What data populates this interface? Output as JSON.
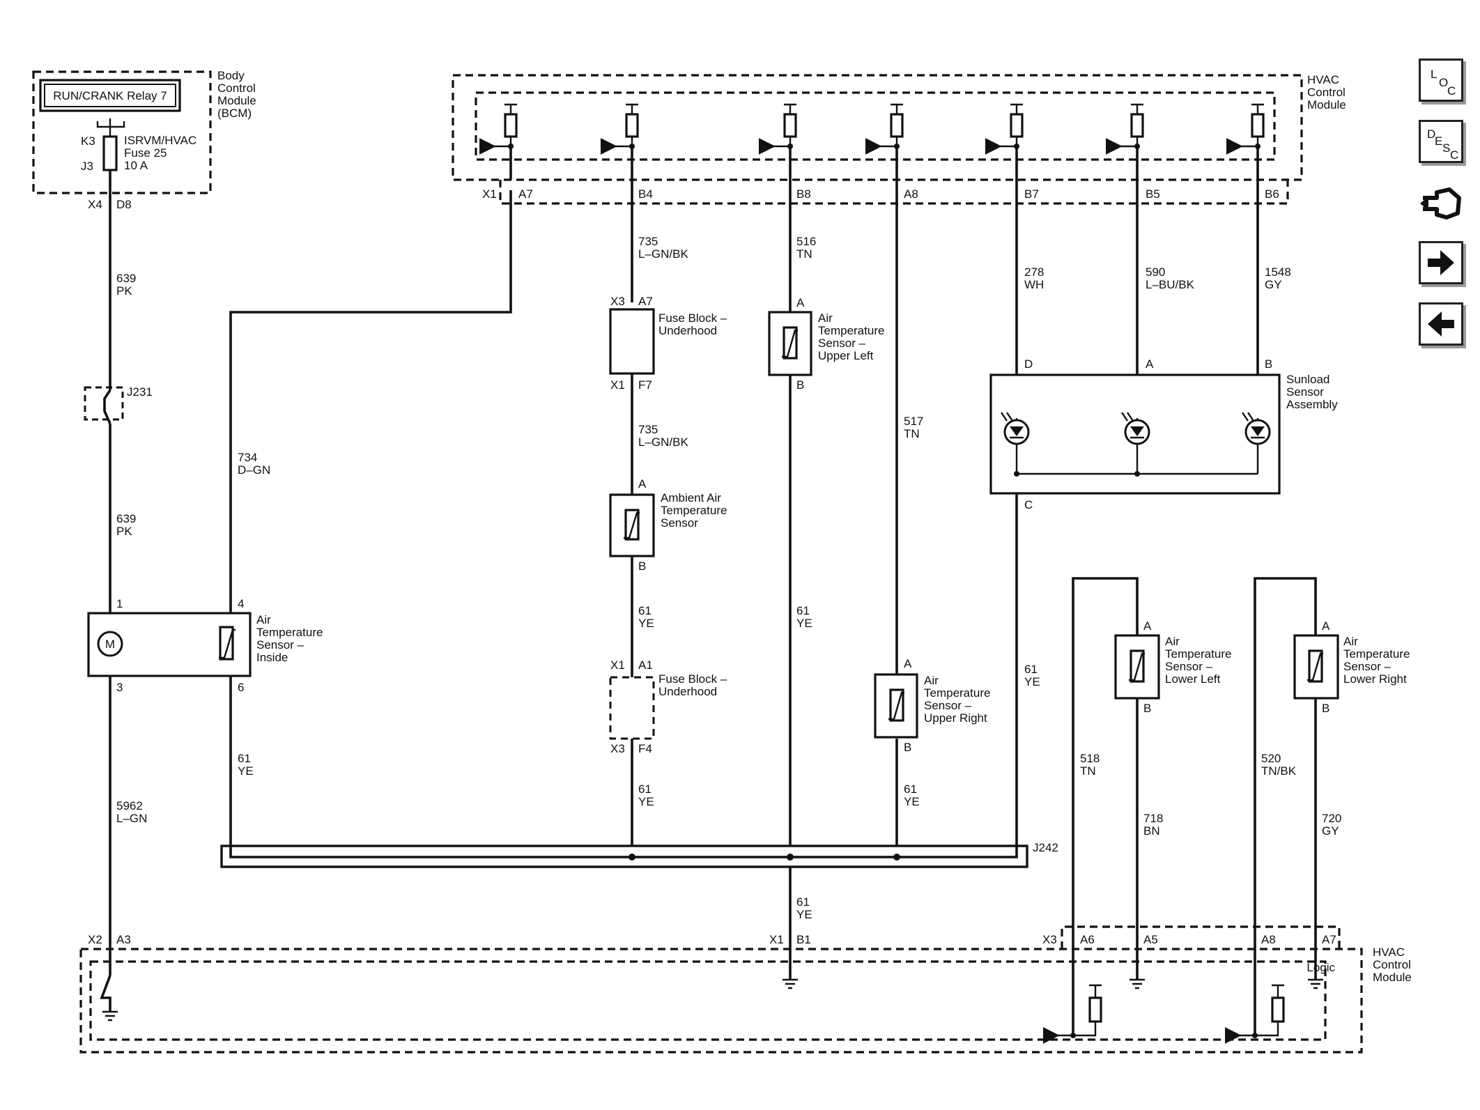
{
  "modules": {
    "bcm_name": [
      "Body",
      "Control",
      "Module",
      "(BCM)"
    ],
    "hvac_name": [
      "HVAC",
      "Control",
      "Module"
    ],
    "logic": "Logic",
    "relay": "RUN/CRANK Relay 7",
    "fuse": [
      "ISRVM/HVAC",
      "Fuse 25",
      "10 A"
    ]
  },
  "connectors": {
    "k3": "K3",
    "j3": "J3",
    "x4": "X4",
    "d8": "D8",
    "x2": "X2",
    "a3": "A3",
    "x1": "X1",
    "x3": "X3",
    "x1_bottom": "X1",
    "b1": "B1",
    "top_pins": [
      "A7",
      "B4",
      "B8",
      "A8",
      "B7",
      "B5",
      "B6"
    ],
    "bottom_pins": [
      "A6",
      "A5",
      "A8",
      "A7"
    ]
  },
  "splices": {
    "j231": "J231",
    "j242": "J242"
  },
  "wires": {
    "w639_top": [
      "639",
      "PK"
    ],
    "w639_mid": [
      "639",
      "PK"
    ],
    "w5962": [
      "5962",
      "L–GN"
    ],
    "w734": [
      "734",
      "D–GN"
    ],
    "w735_top": [
      "735",
      "L–GN/BK"
    ],
    "w735_mid": [
      "735",
      "L–GN/BK"
    ],
    "w61_ambient": [
      "61",
      "YE"
    ],
    "w61_fuse": [
      "61",
      "YE"
    ],
    "w61_inside": [
      "61",
      "YE"
    ],
    "w516": [
      "516",
      "TN"
    ],
    "w61_upper_left": [
      "61",
      "YE"
    ],
    "w61_ground": [
      "61",
      "YE"
    ],
    "w517": [
      "517",
      "TN"
    ],
    "w61_upper_right": [
      "61",
      "YE"
    ],
    "w278": [
      "278",
      "WH"
    ],
    "w590": [
      "590",
      "L–BU/BK"
    ],
    "w1548": [
      "1548",
      "GY"
    ],
    "w61_sunload": [
      "61",
      "YE"
    ],
    "w518": [
      "518",
      "TN"
    ],
    "w718": [
      "718",
      "BN"
    ],
    "w520": [
      "520",
      "TN/BK"
    ],
    "w720": [
      "720",
      "GY"
    ]
  },
  "components": {
    "fuse_block_top": {
      "name": [
        "Fuse Block –",
        "Underhood"
      ],
      "pin_top": [
        "X3",
        "A7"
      ],
      "pin_bottom": [
        "X1",
        "F7"
      ]
    },
    "fuse_block_bottom": {
      "name": [
        "Fuse Block –",
        "Underhood"
      ],
      "pin_top": [
        "X1",
        "A1"
      ],
      "pin_bottom": [
        "X3",
        "F4"
      ]
    },
    "ambient": {
      "name": [
        "Ambient Air",
        "Temperature",
        "Sensor"
      ],
      "pin_a": "A",
      "pin_b": "B"
    },
    "upper_left": {
      "name": [
        "Air",
        "Temperature",
        "Sensor –",
        "Upper Left"
      ],
      "pin_a": "A",
      "pin_b": "B"
    },
    "upper_right": {
      "name": [
        "Air",
        "Temperature",
        "Sensor –",
        "Upper Right"
      ],
      "pin_a": "A",
      "pin_b": "B"
    },
    "inside": {
      "name": [
        "Air",
        "Temperature",
        "Sensor –",
        "Inside"
      ],
      "pins": [
        "1",
        "4",
        "3",
        "6"
      ],
      "motor": "M"
    },
    "sunload": {
      "name": [
        "Sunload",
        "Sensor",
        "Assembly"
      ],
      "pins": [
        "D",
        "A",
        "B",
        "C"
      ]
    },
    "lower_left": {
      "name": [
        "Air",
        "Temperature",
        "Sensor –",
        "Lower Left"
      ],
      "pin_a": "A",
      "pin_b": "B"
    },
    "lower_right": {
      "name": [
        "Air",
        "Temperature",
        "Sensor –",
        "Lower Right"
      ],
      "pin_a": "A",
      "pin_b": "B"
    }
  },
  "nav": {
    "loc": [
      "L",
      "O",
      "C"
    ],
    "desc": [
      "D",
      "E",
      "S",
      "C"
    ],
    "buttons": [
      "loc-icon",
      "desc-icon",
      "connector-end-view-icon",
      "next-page-arrow-icon",
      "previous-page-arrow-icon"
    ]
  }
}
